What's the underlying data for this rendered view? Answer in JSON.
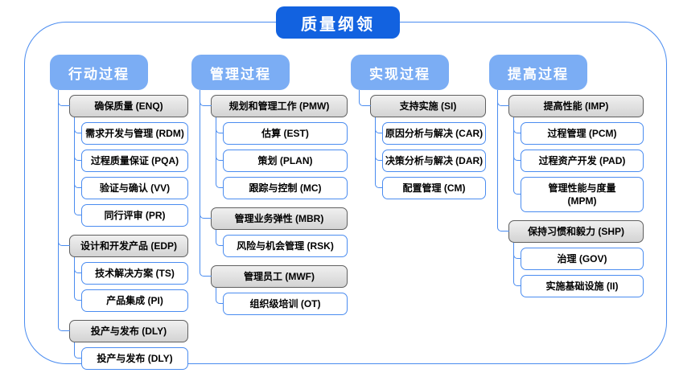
{
  "title": "质量纲领",
  "colors": {
    "title_bg": "#1262e0",
    "header_bg": "#7badf4",
    "connector_line": "#4a8cf0",
    "parent_fill": "#d9d9d9",
    "parent_border": "#5f5f5f",
    "child_border": "#4a8cf0"
  },
  "columns": [
    {
      "header": "行动过程",
      "groups": [
        {
          "label": "确保质量 (ENQ)",
          "children": [
            "需求开发与管理 (RDM)",
            "过程质量保证 (PQA)",
            "验证与确认 (VV)",
            "同行评审 (PR)"
          ]
        },
        {
          "label": "设计和开发产品 (EDP)",
          "children": [
            "技术解决方案 (TS)",
            "产品集成 (PI)"
          ]
        },
        {
          "label": "投产与发布 (DLY)",
          "children": [
            "投产与发布 (DLY)"
          ]
        }
      ]
    },
    {
      "header": "管理过程",
      "groups": [
        {
          "label": "规划和管理工作 (PMW)",
          "children": [
            "估算 (EST)",
            "策划 (PLAN)",
            "跟踪与控制 (MC)"
          ]
        },
        {
          "label": "管理业务弹性 (MBR)",
          "children": [
            "风险与机会管理 (RSK)"
          ]
        },
        {
          "label": "管理员工 (MWF)",
          "children": [
            "组织级培训 (OT)"
          ]
        }
      ]
    },
    {
      "header": "实现过程",
      "groups": [
        {
          "label": "支持实施 (SI)",
          "children": [
            "原因分析与解决 (CAR)",
            "决策分析与解决 (DAR)",
            "配置管理 (CM)"
          ]
        }
      ]
    },
    {
      "header": "提高过程",
      "groups": [
        {
          "label": "提高性能 (IMP)",
          "children": [
            "过程管理 (PCM)",
            "过程资产开发 (PAD)",
            "管理性能与度量\n(MPM)"
          ]
        },
        {
          "label": "保持习惯和毅力 (SHP)",
          "children": [
            "治理 (GOV)",
            "实施基础设施 (II)"
          ]
        }
      ]
    }
  ]
}
